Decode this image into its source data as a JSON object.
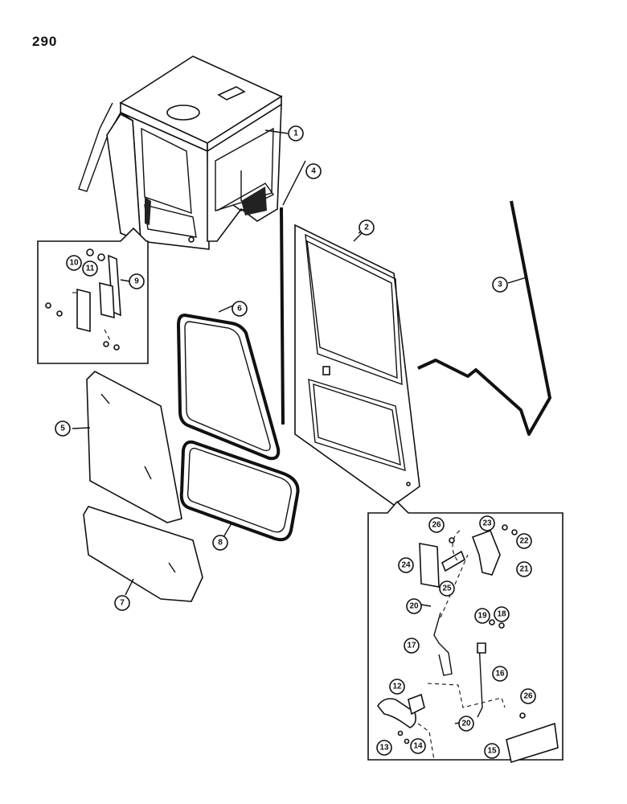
{
  "page": {
    "number": "290"
  },
  "callouts": [
    {
      "id": "1",
      "label": "1"
    },
    {
      "id": "2",
      "label": "2"
    },
    {
      "id": "3",
      "label": "3"
    },
    {
      "id": "4",
      "label": "4"
    },
    {
      "id": "5",
      "label": "5"
    },
    {
      "id": "6",
      "label": "6"
    },
    {
      "id": "7",
      "label": "7"
    },
    {
      "id": "8",
      "label": "8"
    },
    {
      "id": "9",
      "label": "9"
    },
    {
      "id": "10",
      "label": "10"
    },
    {
      "id": "11",
      "label": "11"
    },
    {
      "id": "12",
      "label": "12"
    },
    {
      "id": "13",
      "label": "13"
    },
    {
      "id": "14",
      "label": "14"
    },
    {
      "id": "15",
      "label": "15"
    },
    {
      "id": "16",
      "label": "16"
    },
    {
      "id": "17",
      "label": "17"
    },
    {
      "id": "18",
      "label": "18"
    },
    {
      "id": "19",
      "label": "19"
    },
    {
      "id": "20a",
      "label": "20"
    },
    {
      "id": "20b",
      "label": "20"
    },
    {
      "id": "21",
      "label": "21"
    },
    {
      "id": "22",
      "label": "22"
    },
    {
      "id": "23",
      "label": "23"
    },
    {
      "id": "24",
      "label": "24"
    },
    {
      "id": "25",
      "label": "25"
    },
    {
      "id": "26a",
      "label": "26"
    },
    {
      "id": "26b",
      "label": "26"
    }
  ]
}
